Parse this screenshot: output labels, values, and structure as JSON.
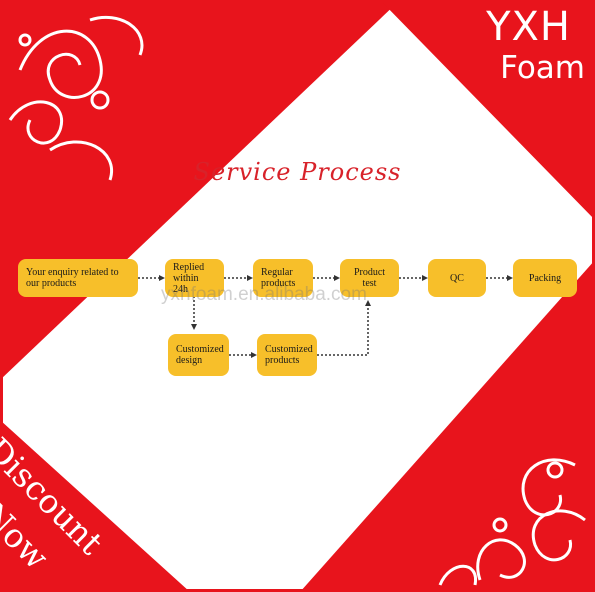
{
  "brand": {
    "line1": "YXH",
    "line2": "Foam"
  },
  "title": "Service Process",
  "watermark": "yxhfoam.en.alibaba.com",
  "badge": {
    "line1": "Discount",
    "line2": "Now"
  },
  "colors": {
    "red": "#e8141c",
    "node": "#f7bf2a",
    "title": "#d8222a",
    "lace": "#ffffff"
  },
  "steps": {
    "enquiry": "Your enquiry related to our products",
    "replied": "Replied within 24h",
    "regular": "Regular products",
    "test": "Product test",
    "qc": "QC",
    "packing": "Packing",
    "cust_design": "Customized design",
    "cust_products": "Customized products"
  }
}
